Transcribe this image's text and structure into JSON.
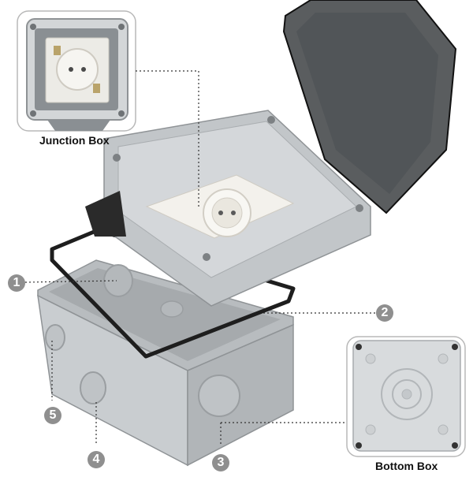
{
  "labels": {
    "junction_box": "Junction Box",
    "bottom_box": "Bottom Box"
  },
  "callouts": [
    "1",
    "2",
    "3",
    "4",
    "5"
  ],
  "colors": {
    "housing": "#c4c8cb",
    "housing_dark": "#9da1a4",
    "lid_tint": "#2c2f32",
    "gasket": "#1e1e1e",
    "socket": "#f3f1ec",
    "callout_badge": "#8f8f8f"
  }
}
